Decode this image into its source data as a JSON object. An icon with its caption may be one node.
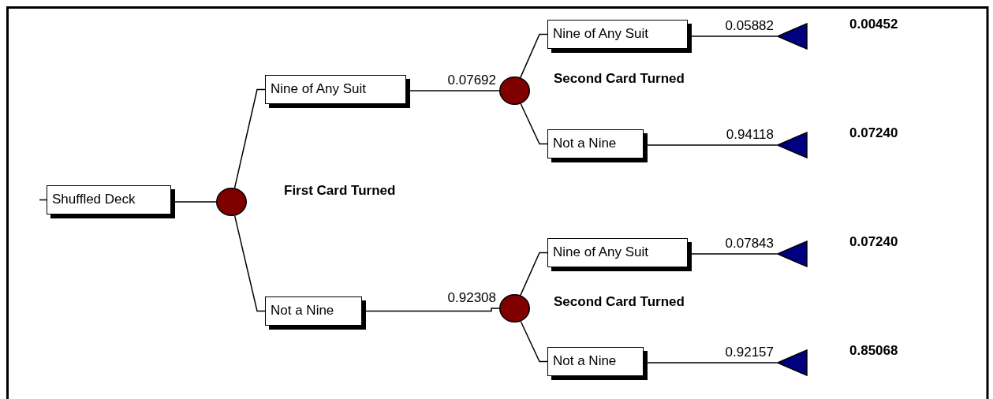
{
  "diagram": {
    "nodes": [
      {
        "text": [
          "Shuffled Deck"
        ]
      },
      {
        "text": [],
        "shape": "circle",
        "beside": [
          "First Card Turned"
        ]
      },
      {
        "text": [
          "Nine of Any Suit"
        ]
      },
      {
        "text": [
          "Not a Nine"
        ]
      },
      {
        "text": [],
        "shape": "circle",
        "beside": [
          "Second Card Turned"
        ]
      },
      {
        "text": [],
        "shape": "circle",
        "beside": [
          "Second Card Turned"
        ]
      },
      {
        "text": [
          "Nine of Any Suit"
        ]
      },
      {
        "text": [
          "Not a Nine"
        ]
      },
      {
        "text": [
          "Nine of Any Suit"
        ]
      },
      {
        "text": [
          "Not a Nine"
        ]
      },
      {
        "text": [],
        "shape": "triangle",
        "beside": [
          "0.00452"
        ]
      },
      {
        "text": [],
        "shape": "triangle",
        "beside": [
          "0.07240"
        ]
      },
      {
        "text": [],
        "shape": "triangle",
        "beside": [
          "0.07240"
        ]
      },
      {
        "text": [],
        "shape": "triangle",
        "beside": [
          "0.85068"
        ]
      }
    ],
    "edges": [
      {
        "from": null,
        "to": 0,
        "arrow": "none"
      },
      {
        "from": 0,
        "to": 1,
        "arrow": "none"
      },
      {
        "from": 1,
        "to": 2,
        "arrow": "none"
      },
      {
        "from": 1,
        "to": 3,
        "arrow": "none"
      },
      {
        "from": 2,
        "to": 4,
        "arrow": "none",
        "label": "0.07692"
      },
      {
        "from": 3,
        "to": 5,
        "arrow": "none",
        "label": "0.92308"
      },
      {
        "from": 4,
        "to": 6,
        "arrow": "none"
      },
      {
        "from": 4,
        "to": 7,
        "arrow": "none"
      },
      {
        "from": 5,
        "to": 8,
        "arrow": "none"
      },
      {
        "from": 5,
        "to": 9,
        "arrow": "none"
      },
      {
        "from": 6,
        "to": 10,
        "arrow": "none",
        "label": "0.05882"
      },
      {
        "from": 7,
        "to": 11,
        "arrow": "none",
        "label": "0.94118"
      },
      {
        "from": 8,
        "to": 12,
        "arrow": "none",
        "label": "0.07843"
      },
      {
        "from": 9,
        "to": 13,
        "arrow": "none",
        "label": "0.92157"
      }
    ]
  }
}
